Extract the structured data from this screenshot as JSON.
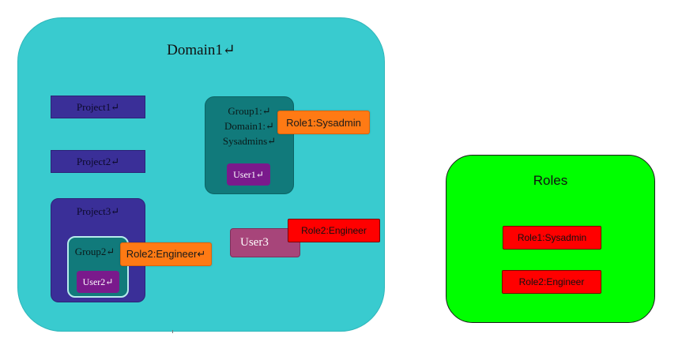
{
  "domain": {
    "title": "Domain1↵",
    "projects": [
      {
        "label": "Project1↵"
      },
      {
        "label": "Project2↵"
      },
      {
        "label": "Project3↵"
      }
    ],
    "group1": {
      "lines": [
        "Group1:↵",
        "Domain1:↵",
        "Sysadmins↵"
      ],
      "user": "User1↵",
      "role": "Role1:Sysadmin"
    },
    "group2": {
      "label": "Group2↵",
      "user": "User2↵",
      "role": "Role2:Engineer↵"
    },
    "user3": {
      "label": "User3",
      "role": "Role2:Engineer"
    }
  },
  "roles": {
    "title": "Roles",
    "items": [
      {
        "label": "Role1:Sysadmin"
      },
      {
        "label": "Role2:Engineer"
      }
    ]
  },
  "colors": {
    "domain": "#39cbcf",
    "project": "#3a2f98",
    "group": "#117a7b",
    "user": "#7a1a8c",
    "user3": "#a7457a",
    "role_orange": "#ff7a14",
    "role_red": "#ff0000",
    "roles_box": "#00ff00"
  }
}
